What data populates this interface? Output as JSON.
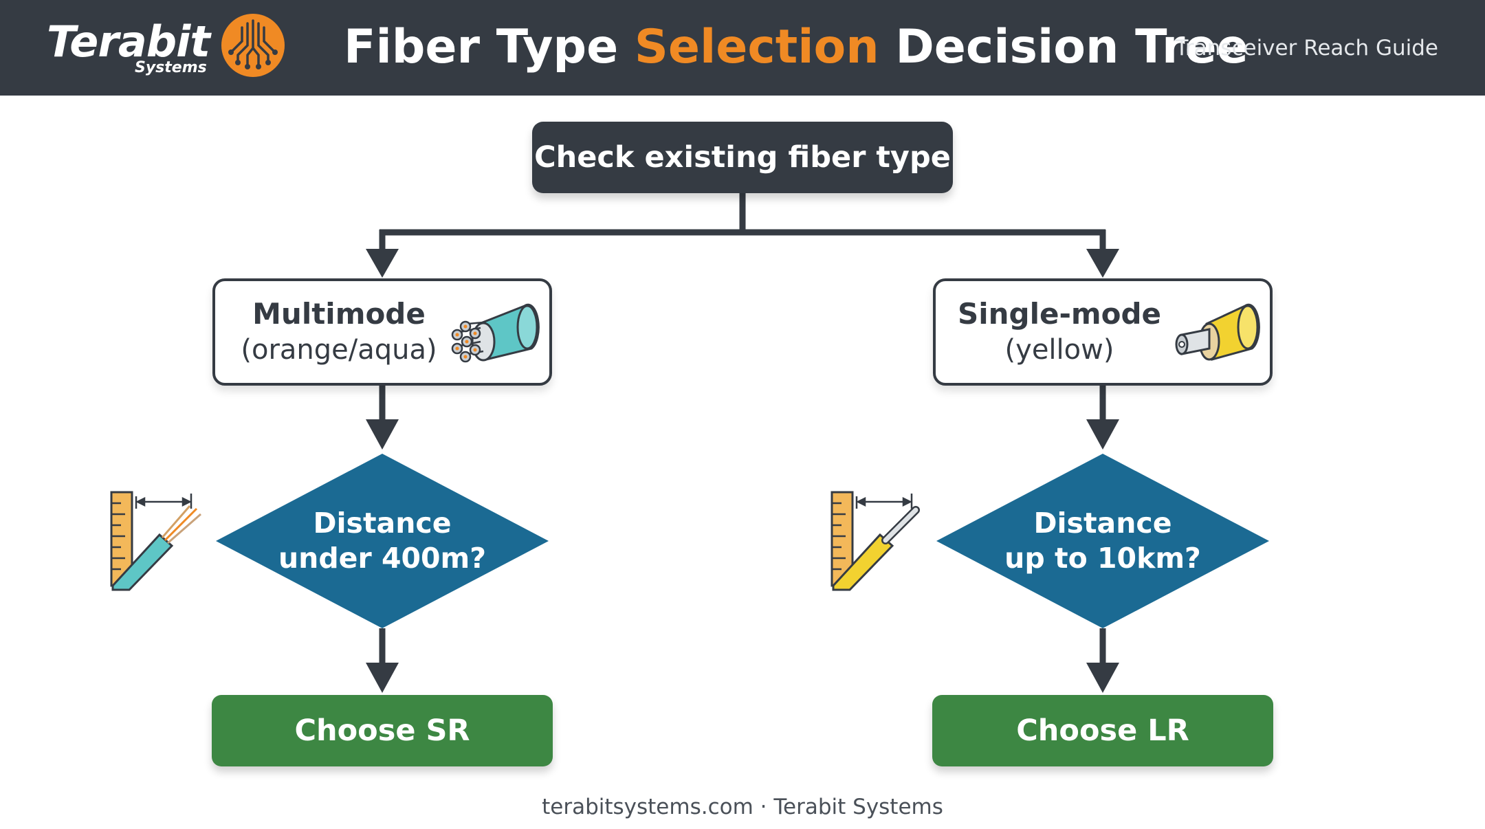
{
  "header": {
    "brand_name": "Terabit",
    "brand_sub": "Systems",
    "title_part1": "Fiber Type ",
    "title_accent": "Selection",
    "title_part2": " Decision Tree",
    "subtitle": "Transceiver Reach Guide"
  },
  "diagram": {
    "start": "Check existing fiber type",
    "branches": [
      {
        "fiber_name": "Multimode",
        "fiber_color": "(orange/aqua)",
        "decision_line1": "Distance",
        "decision_line2": "under 400m?",
        "result": "Choose SR"
      },
      {
        "fiber_name": "Single-mode",
        "fiber_color": "(yellow)",
        "decision_line1": "Distance",
        "decision_line2": "up to 10km?",
        "result": "Choose LR"
      }
    ]
  },
  "footer": {
    "text": "terabitsystems.com · Terabit Systems"
  },
  "colors": {
    "header_bg": "#353b43",
    "accent": "#f08a24",
    "decision": "#1b6a93",
    "result": "#3d8743",
    "multimode_cable": "#5ec6c6",
    "singlemode_cable": "#f2d230"
  }
}
